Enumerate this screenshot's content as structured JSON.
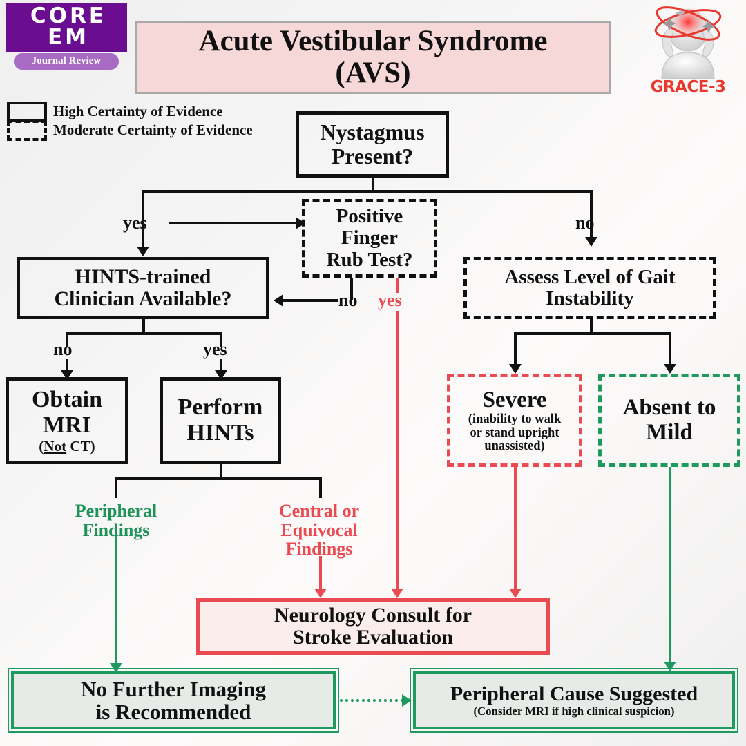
{
  "brand": {
    "logo_name": "CORE EM",
    "logo_subtitle": "Journal Review",
    "logo_bg": "#6A0D91",
    "logo_sub_bg": "#A86BC4"
  },
  "grace": {
    "label": "GRACE-3",
    "label_color": "#E8392F",
    "icon": "dizzy-person-icon"
  },
  "title": {
    "line1": "Acute Vestibular Syndrome",
    "line2": "(AVS)",
    "bg": "#F6D8D8",
    "border": "#A9A9A9"
  },
  "legend": {
    "items": [
      {
        "style": "solid",
        "label": "High Certainty of Evidence"
      },
      {
        "style": "dashed",
        "label": "Moderate Certainty of Evidence"
      }
    ]
  },
  "colors": {
    "black": "#111111",
    "red": "#EA4A52",
    "green": "#1F9A5F",
    "green_text": "#1E9257",
    "pink_fill": "#FBEDEC",
    "green_fill": "#E6EBE7"
  },
  "nodes": {
    "nystagmus": {
      "text": "Nystagmus Present?",
      "line1": "Nystagmus",
      "line2": "Present?",
      "certainty": "high"
    },
    "finger_rub": {
      "line1": "Positive",
      "line2": "Finger",
      "line3": "Rub Test?",
      "certainty": "moderate"
    },
    "hints_clinician": {
      "line1": "HINTS-trained",
      "line2": "Clinician Available?",
      "certainty": "high"
    },
    "gait": {
      "line1": "Assess Level of Gait",
      "line2": "Instability",
      "certainty": "moderate"
    },
    "obtain_mri": {
      "line1": "Obtain",
      "line2": "MRI",
      "sub_pre": "(",
      "sub_underline": "Not",
      "sub_post": " CT)",
      "certainty": "high"
    },
    "perform_hints": {
      "line1": "Perform",
      "line2": "HINTs",
      "certainty": "high"
    },
    "severe": {
      "line1": "Severe",
      "sub1": "(inability to walk",
      "sub2": "or stand upright",
      "sub3": "unassisted)",
      "certainty": "moderate"
    },
    "absent_mild": {
      "line1": "Absent to",
      "line2": "Mild",
      "certainty": "moderate"
    },
    "neuro_consult": {
      "line1": "Neurology Consult for",
      "line2": "Stroke Evaluation"
    },
    "no_imaging": {
      "line1": "No Further Imaging",
      "line2": "is Recommended"
    },
    "peripheral_cause": {
      "line1": "Peripheral Cause Suggested",
      "sub_pre": "(Consider ",
      "sub_underline": "MRI",
      "sub_post": " if high clinical suspicion)"
    }
  },
  "edges": {
    "nystagmus_yes": "yes",
    "nystagmus_no": "no",
    "fingerrub_no": "no",
    "fingerrub_yes": "yes",
    "hints_no": "no",
    "hints_yes": "yes",
    "peripheral_findings_1": "Peripheral",
    "peripheral_findings_2": "Findings",
    "central_findings_1": "Central or",
    "central_findings_2": "Equivocal",
    "central_findings_3": "Findings"
  }
}
